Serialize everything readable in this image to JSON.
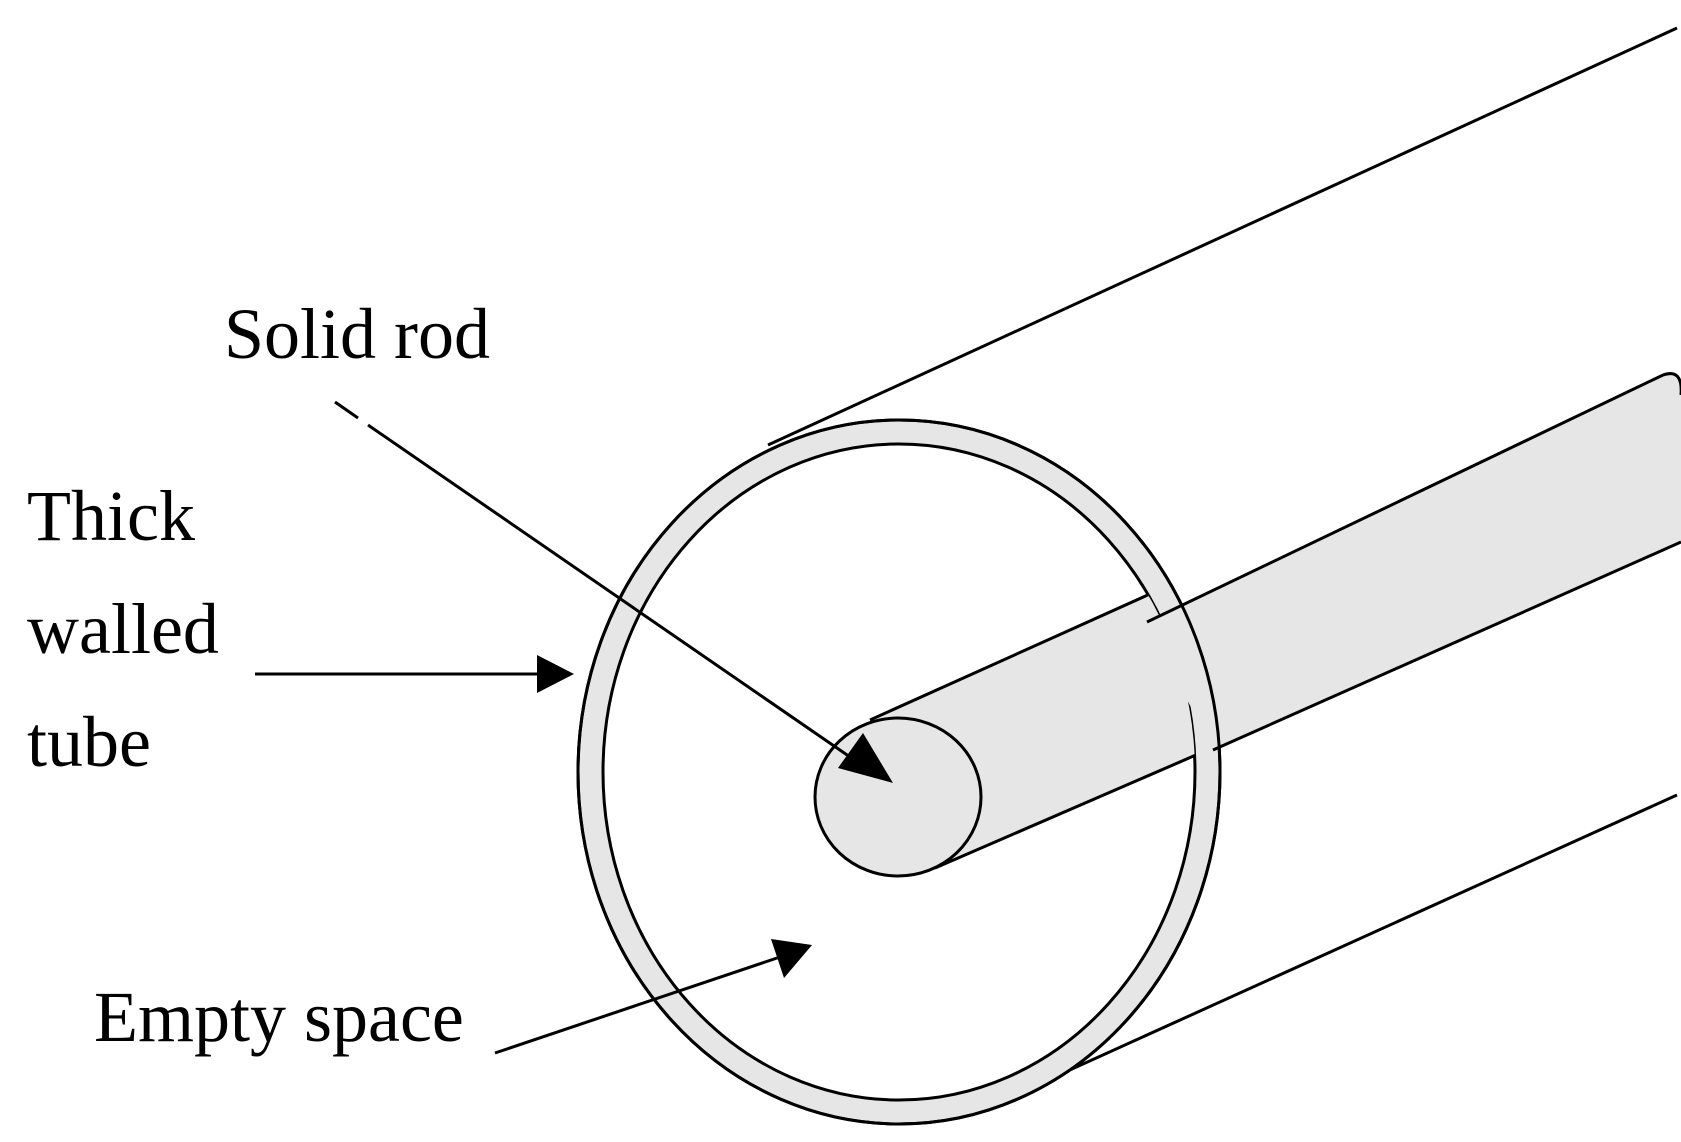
{
  "labels": {
    "solid_rod": "Solid rod",
    "tube_line1": "Thick",
    "tube_line2": "walled",
    "tube_line3": "tube",
    "empty_space": "Empty space"
  },
  "colors": {
    "background": "#ffffff",
    "stroke": "#000000",
    "wall_fill": "#e6e6e6",
    "rod_fill": "#e6e6e6"
  }
}
